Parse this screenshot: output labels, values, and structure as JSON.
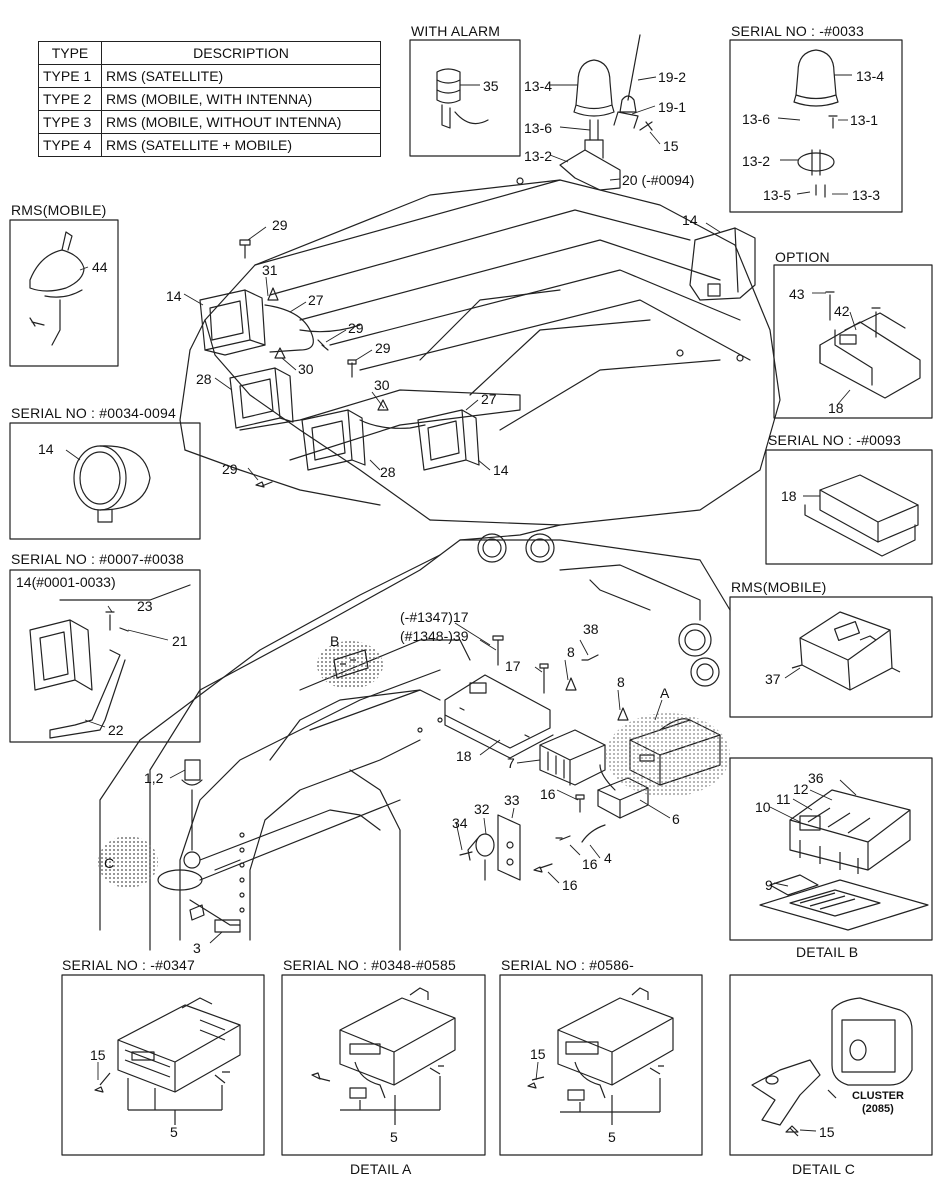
{
  "type_table": {
    "header": {
      "type": "TYPE",
      "description": "DESCRIPTION"
    },
    "rows": [
      {
        "type": "TYPE 1",
        "description": "RMS (SATELLITE)"
      },
      {
        "type": "TYPE 2",
        "description": "RMS (MOBILE, WITH INTENNA)"
      },
      {
        "type": "TYPE 3",
        "description": "RMS (MOBILE, WITHOUT INTENNA)"
      },
      {
        "type": "TYPE 4",
        "description": "RMS (SATELLITE + MOBILE)"
      }
    ]
  },
  "headers": {
    "with_alarm": "WITH ALARM",
    "serial_0033": "SERIAL NO : -#0033",
    "rms_mobile_top": "RMS(MOBILE)",
    "option": "OPTION",
    "serial_0034_0094": "SERIAL NO : #0034-0094",
    "serial_0093": "SERIAL NO : -#0093",
    "serial_0007_0038": "SERIAL NO : #0007-#0038",
    "rms_mobile_mid": "RMS(MOBILE)",
    "serial_0347": "SERIAL NO : -#0347",
    "serial_0348_0585": "SERIAL NO : #0348-#0585",
    "serial_0586": "SERIAL NO : #0586-",
    "detail_a": "DETAIL A",
    "detail_b": "DETAIL B",
    "detail_c": "DETAIL C"
  },
  "callouts": {
    "c35": "35",
    "c13_4a": "13-4",
    "c19_2": "19-2",
    "c19_1": "19-1",
    "c13_6a": "13-6",
    "c15a": "15",
    "c13_2a": "13-2",
    "c20": "20 (-#0094)",
    "c13_4b": "13-4",
    "c13_6b": "13-6",
    "c13_1": "13-1",
    "c13_2b": "13-2",
    "c13_5": "13-5",
    "c13_3": "13-3",
    "c44": "44",
    "c29a": "29",
    "c31": "31",
    "c14a": "14",
    "c27a": "27",
    "c29b": "29",
    "c29c": "29",
    "c28a": "28",
    "c30a": "30",
    "c30b": "30",
    "c27b": "27",
    "c14b": "14",
    "c29d": "29",
    "c28b": "28",
    "c14c": "14",
    "c14d": "14",
    "c43": "43",
    "c42": "42",
    "c18a": "18",
    "c18b": "18",
    "c14e": "14(#0001-0033)",
    "c23": "23",
    "c21": "21",
    "c22": "22",
    "cB": "B",
    "c17a": "(-#1347)17",
    "c39": "(#1348-)39",
    "c38": "38",
    "c17b": "17",
    "c8a": "8",
    "c8b": "8",
    "cA": "A",
    "c18c": "18",
    "c7": "7",
    "c16a": "16",
    "c6": "6",
    "c1_2": "1,2",
    "c34": "34",
    "c32": "32",
    "c33": "33",
    "c16b": "16",
    "c4": "4",
    "c16c": "16",
    "cC": "C",
    "c3": "3",
    "c37": "37",
    "c10": "10",
    "c11": "11",
    "c12": "12",
    "c36": "36",
    "c9": "9",
    "c15b": "15",
    "c5a": "5",
    "c15c": "15",
    "c5b": "5",
    "c15d": "15",
    "c5c": "5",
    "cluster": "CLUSTER",
    "cluster_no": "(2085)",
    "c15e": "15"
  }
}
